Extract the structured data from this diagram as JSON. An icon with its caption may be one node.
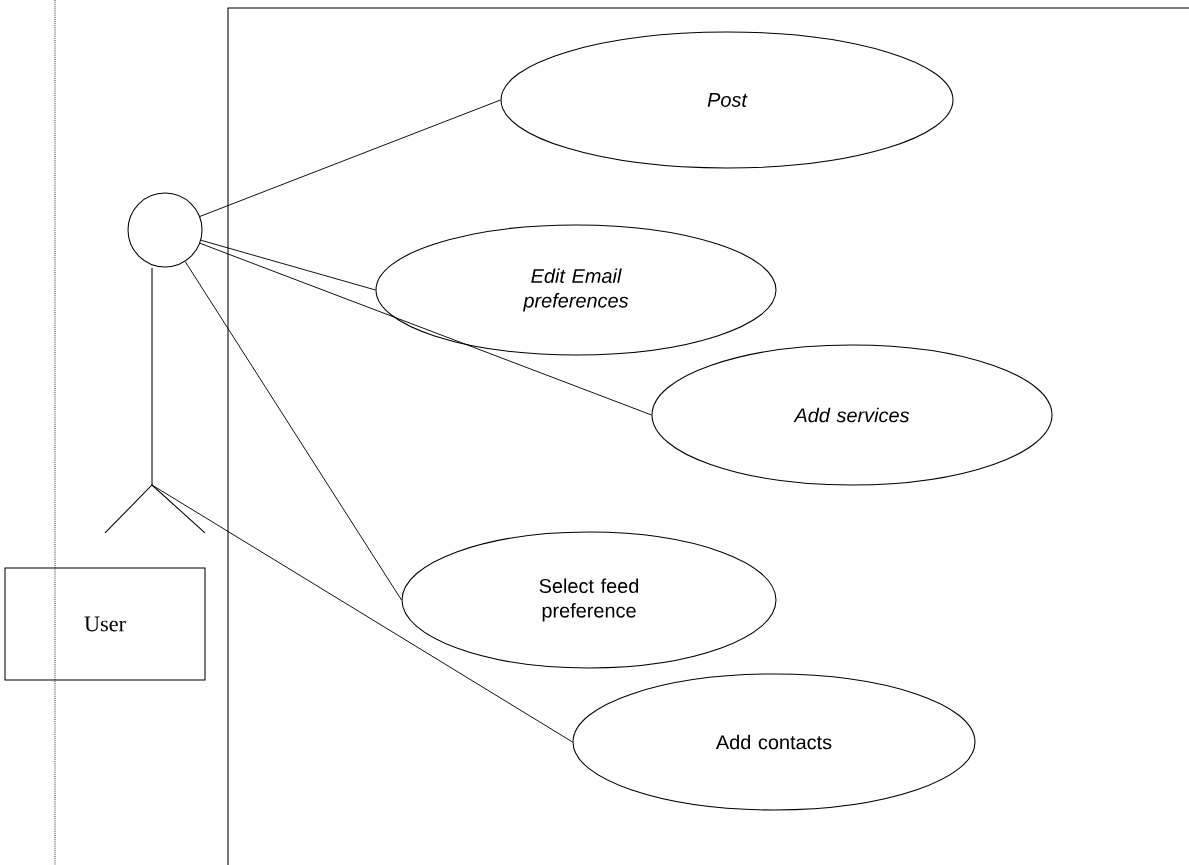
{
  "diagram": {
    "nodes": [
      {
        "text": [],
        "shape": "person"
      },
      {
        "text": [
          "User"
        ]
      },
      {
        "text": [
          "Post"
        ]
      },
      {
        "text": [
          "Edit Email preferences"
        ]
      },
      {
        "text": [
          "Add services"
        ]
      },
      {
        "text": [
          "Select feed preference"
        ]
      },
      {
        "text": [
          "Add contacts"
        ]
      }
    ],
    "edges": [
      {
        "from": 0,
        "to": 2,
        "arrow": "none"
      },
      {
        "from": 0,
        "to": 3,
        "arrow": "none"
      },
      {
        "from": 0,
        "to": 4,
        "arrow": "none"
      },
      {
        "from": 0,
        "to": 5,
        "arrow": "none"
      },
      {
        "from": 0,
        "to": 6,
        "arrow": "none"
      }
    ]
  }
}
